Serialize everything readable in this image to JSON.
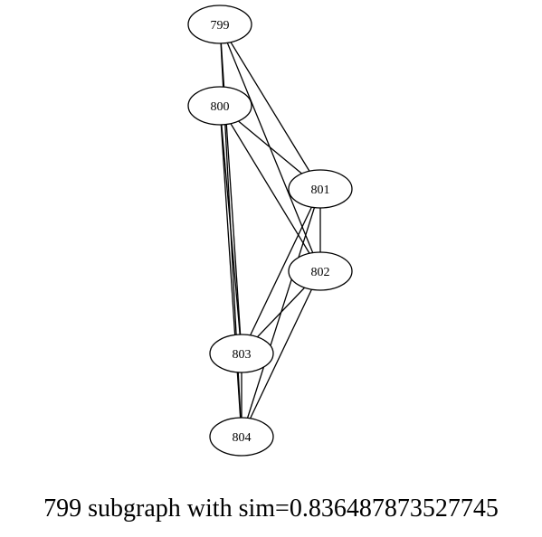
{
  "graph": {
    "caption": "799 subgraph with sim=0.836487873527745",
    "nodes": [
      {
        "id": "799",
        "label": "799"
      },
      {
        "id": "800",
        "label": "800"
      },
      {
        "id": "801",
        "label": "801"
      },
      {
        "id": "802",
        "label": "802"
      },
      {
        "id": "803",
        "label": "803"
      },
      {
        "id": "804",
        "label": "804"
      }
    ],
    "edges": [
      [
        "799",
        "801"
      ],
      [
        "799",
        "802"
      ],
      [
        "799",
        "803"
      ],
      [
        "799",
        "804"
      ],
      [
        "800",
        "801"
      ],
      [
        "800",
        "802"
      ],
      [
        "800",
        "803"
      ],
      [
        "800",
        "804"
      ],
      [
        "801",
        "802"
      ],
      [
        "801",
        "803"
      ],
      [
        "801",
        "804"
      ],
      [
        "802",
        "803"
      ],
      [
        "802",
        "804"
      ],
      [
        "803",
        "804"
      ]
    ]
  }
}
